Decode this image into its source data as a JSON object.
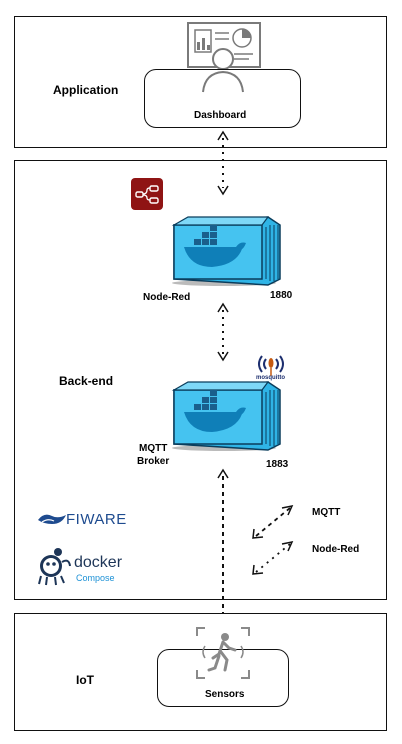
{
  "layers": {
    "application": {
      "label": "Application",
      "component": "Dashboard"
    },
    "backend": {
      "label": "Back-end"
    },
    "iot": {
      "label": "IoT",
      "component": "Sensors"
    }
  },
  "containers": {
    "node_red": {
      "label": "Node-Red",
      "port": "1880"
    },
    "mqtt": {
      "label_line1": "MQTT",
      "label_line2": "Broker",
      "port": "1883",
      "logo_text": "mosquitto"
    }
  },
  "logos": {
    "fiware": "FIWARE",
    "docker_name": "docker",
    "docker_sub": "Compose"
  },
  "legend": [
    {
      "label": "MQTT",
      "style": "dashed"
    },
    {
      "label": "Node-Red",
      "style": "dotted"
    }
  ],
  "colors": {
    "container_blue": "#2fb4e6",
    "container_blue_dark": "#0f7fb8",
    "node_red": "#8f1414",
    "fiware_blue": "#1e4b8f",
    "docker_blue": "#1d91d6"
  }
}
